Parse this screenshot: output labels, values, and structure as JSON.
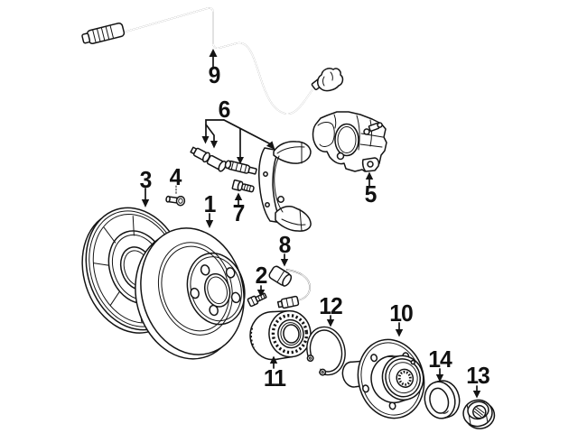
{
  "diagram": {
    "description": "Exploded parts line-drawing of a rear disc brake and wheel hub assembly",
    "background_color": "#ffffff",
    "line_color": "#141414",
    "callouts": [
      {
        "number": "1",
        "part": "brake-disc"
      },
      {
        "number": "2",
        "part": "set-screw"
      },
      {
        "number": "3",
        "part": "splash-shield"
      },
      {
        "number": "4",
        "part": "shield-screw"
      },
      {
        "number": "5",
        "part": "brake-caliper"
      },
      {
        "number": "6",
        "part": "guide-pin-set"
      },
      {
        "number": "7",
        "part": "carrier-bolt"
      },
      {
        "number": "8",
        "part": "sensor-with-cable"
      },
      {
        "number": "9",
        "part": "hose-line"
      },
      {
        "number": "10",
        "part": "wheel-hub"
      },
      {
        "number": "11",
        "part": "wheel-bearing"
      },
      {
        "number": "12",
        "part": "snap-ring"
      },
      {
        "number": "13",
        "part": "collar-nut"
      },
      {
        "number": "14",
        "part": "seal-ring"
      }
    ]
  }
}
